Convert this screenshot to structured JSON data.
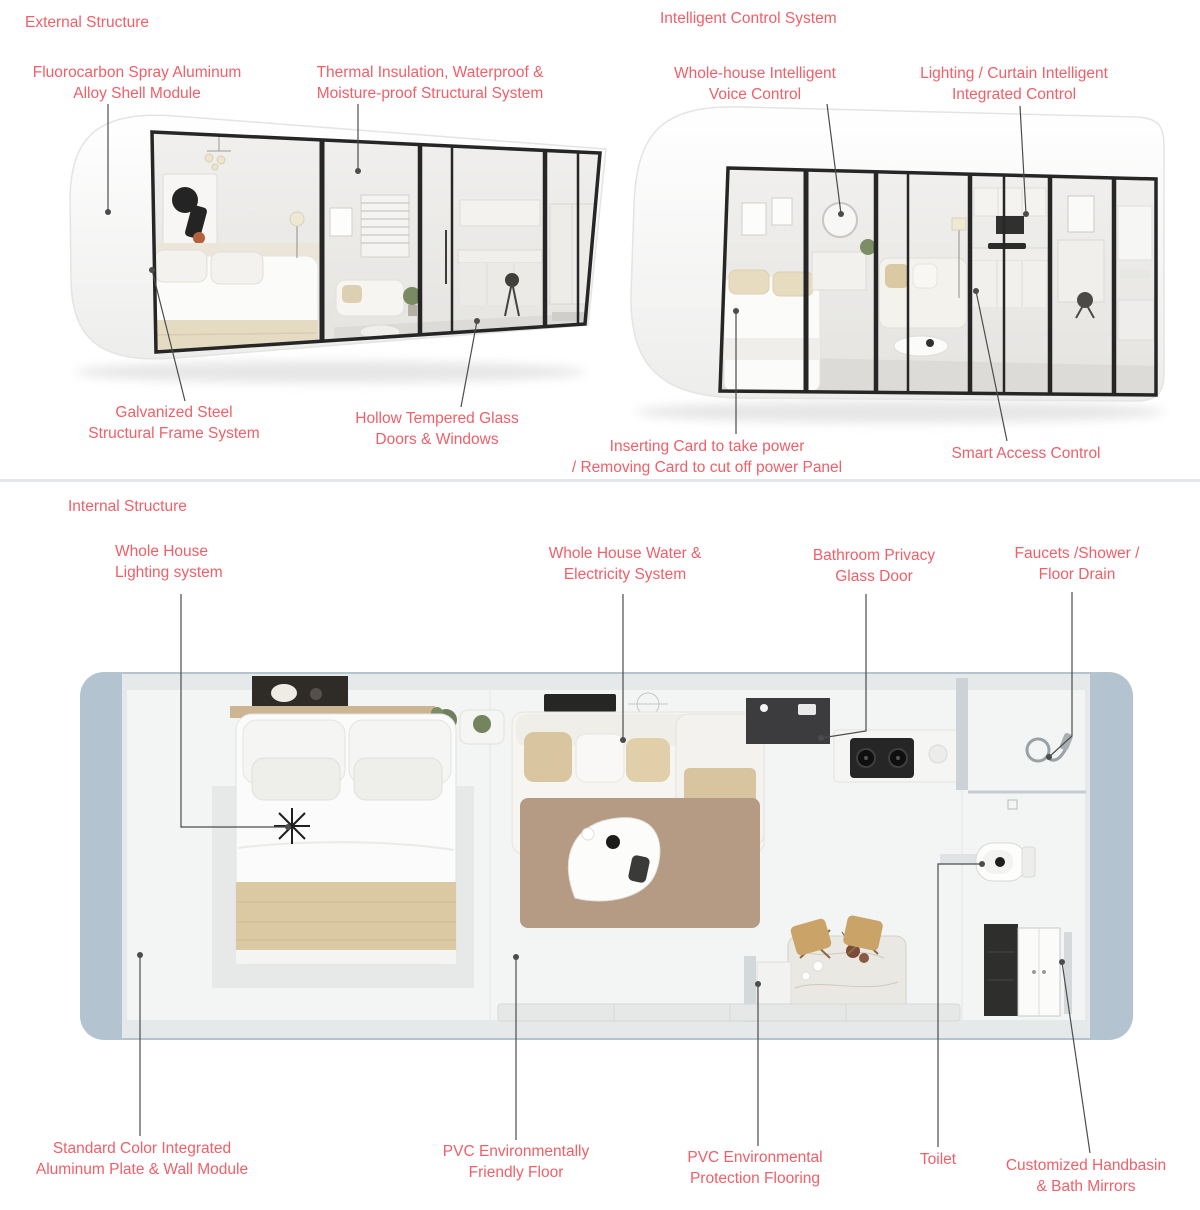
{
  "colors": {
    "label": "#f15f68",
    "leader": "#4c4c4c",
    "divider": "#e3e7ea",
    "capsule_shell": "#ffffff",
    "window_frame": "#262626",
    "floorplan_wall": "#b4c3d0"
  },
  "sections": {
    "external": {
      "title": "External Structure",
      "labels": {
        "shell": "Fluorocarbon Spray Aluminum\nAlloy Shell Module",
        "thermal": "Thermal Insulation, Waterproof &\nMoisture-proof Structural System",
        "steel": "Galvanized Steel\nStructural Frame System",
        "glass": "Hollow Tempered Glass\nDoors & Windows"
      }
    },
    "intelligent": {
      "title": "Intelligent Control System",
      "labels": {
        "voice": "Whole-house Intelligent\nVoice Control",
        "lighting_curtain": "Lighting / Curtain Intelligent\nIntegrated Control",
        "power_card": "Inserting Card to take power\n/ Removing Card to cut off power Panel",
        "access": "Smart Access Control"
      }
    },
    "internal": {
      "title": "Internal Structure",
      "labels": {
        "lighting": "Whole House\nLighting system",
        "water_electricity": "Whole House Water &\nElectricity System",
        "privacy_door": "Bathroom Privacy\nGlass Door",
        "faucets": "Faucets /Shower /\nFloor Drain",
        "aluminum_wall": "Standard Color Integrated\nAluminum Plate & Wall Module",
        "pvc_floor": "PVC Environmentally\nFriendly Floor",
        "pvc_protection": "PVC Environmental\nProtection Flooring",
        "toilet": "Toilet",
        "handbasin": "Customized Handbasin\n& Bath Mirrors"
      }
    }
  }
}
